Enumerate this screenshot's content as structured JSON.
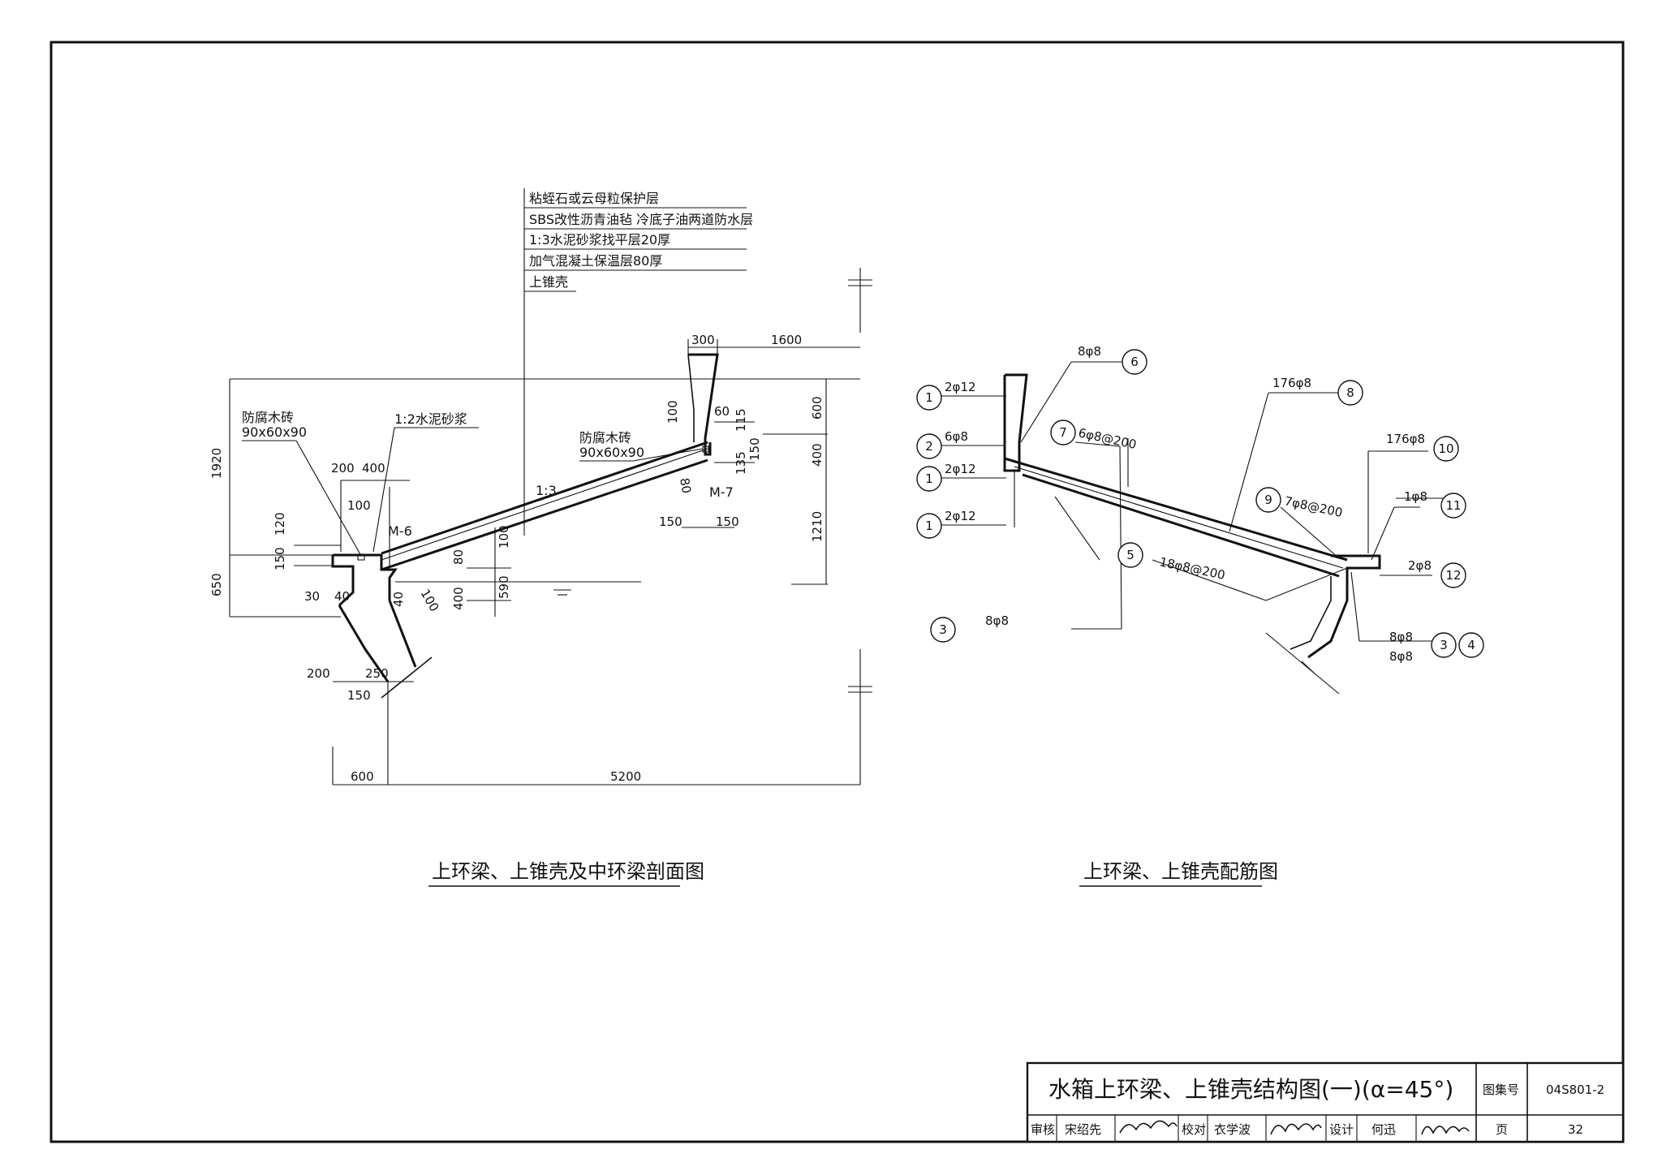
{
  "section_view": {
    "caption": "上环梁、上锥壳及中环梁剖面图",
    "layers": [
      "粘蛭石或云母粒保护层",
      "SBS改性沥青油毡 冷底子油两道防水层",
      "1:3水泥砂浆找平层20厚",
      "加气混凝土保温层80厚",
      "上锥壳"
    ],
    "labels": {
      "wood_brick_left": "防腐木砖",
      "wood_brick_left_size": "90x60x90",
      "mortar": "1:2水泥砂浆",
      "wood_brick_right": "防腐木砖",
      "wood_brick_right_size": "90x60x90",
      "slope": "1:3",
      "m6": "M-6",
      "m7": "M-7"
    },
    "dims": {
      "d300": "300",
      "d1600": "1600",
      "d1920": "1920",
      "d650": "650",
      "d200a": "200",
      "d400a": "400",
      "d100a": "100",
      "d120": "120",
      "d150a": "150",
      "d30": "30",
      "d40a": "40",
      "d40b": "40",
      "d100b": "100",
      "d400b": "400",
      "d80a": "80",
      "d100c": "100",
      "d590": "590",
      "d100d": "100",
      "d60": "60",
      "d115": "115",
      "d150b": "150",
      "d135": "135",
      "d80b": "80",
      "d150c": "150",
      "d150d": "150",
      "d600a": "600",
      "d400c": "400",
      "d1210": "1210",
      "d200b": "200",
      "d250": "250",
      "d150e": "150",
      "d600b": "600",
      "d5200": "5200"
    }
  },
  "rebar_view": {
    "caption": "上环梁、上锥壳配筋图",
    "bars": [
      {
        "no": "1",
        "spec": "2φ12"
      },
      {
        "no": "2",
        "spec": "6φ8"
      },
      {
        "no": "1",
        "spec": "2φ12"
      },
      {
        "no": "1",
        "spec": "2φ12"
      },
      {
        "no": "3",
        "spec": "8φ8"
      },
      {
        "no": "5",
        "spec": "18φ8@200"
      },
      {
        "no": "6",
        "spec": "8φ8"
      },
      {
        "no": "7",
        "spec": "6φ8@200"
      },
      {
        "no": "8",
        "spec": "176φ8"
      },
      {
        "no": "9",
        "spec": "7φ8@200"
      },
      {
        "no": "10",
        "spec": "176φ8"
      },
      {
        "no": "11",
        "spec": "1φ8"
      },
      {
        "no": "12",
        "spec": "2φ8"
      }
    ],
    "bars_34": {
      "spec_a": "8φ8",
      "spec_b": "8φ8",
      "no_a": "3",
      "no_b": "4"
    }
  },
  "title_block": {
    "title": "水箱上环梁、上锥壳结构图(一)(α=45°)",
    "atlas_label": "图集号",
    "atlas_no": "04S801-2",
    "review_label": "审核",
    "reviewer": "宋绍先",
    "check_label": "校对",
    "checker": "衣学波",
    "design_label": "设计",
    "designer": "何迅",
    "page_label": "页",
    "page_no": "32"
  }
}
